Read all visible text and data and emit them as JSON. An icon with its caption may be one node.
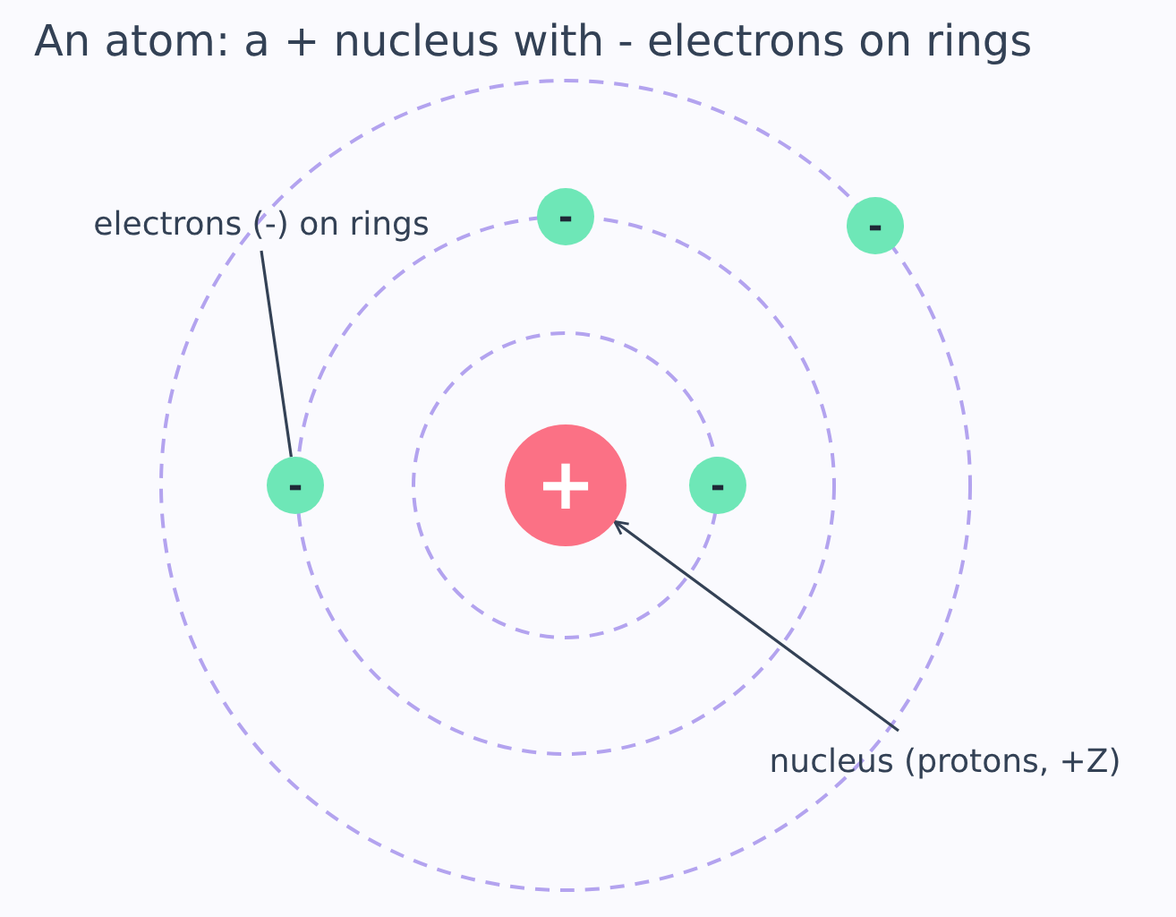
{
  "diagram": {
    "title": "An atom: a + nucleus with - electrons on rings",
    "nodes": [
      {
        "text": [
          "electrons (-) on rings"
        ]
      },
      {
        "text": [
          "-"
        ]
      },
      {
        "text": [
          "-"
        ]
      },
      {
        "text": [
          "-"
        ]
      },
      {
        "text": [
          "+"
        ]
      },
      {
        "text": [
          "-"
        ]
      },
      {
        "text": [
          "nucleus (protons, +Z)"
        ]
      }
    ],
    "edges": [
      {
        "from": 0,
        "to": 3,
        "arrow": "none"
      },
      {
        "from": 6,
        "to": 4,
        "arrow": "to"
      }
    ]
  }
}
